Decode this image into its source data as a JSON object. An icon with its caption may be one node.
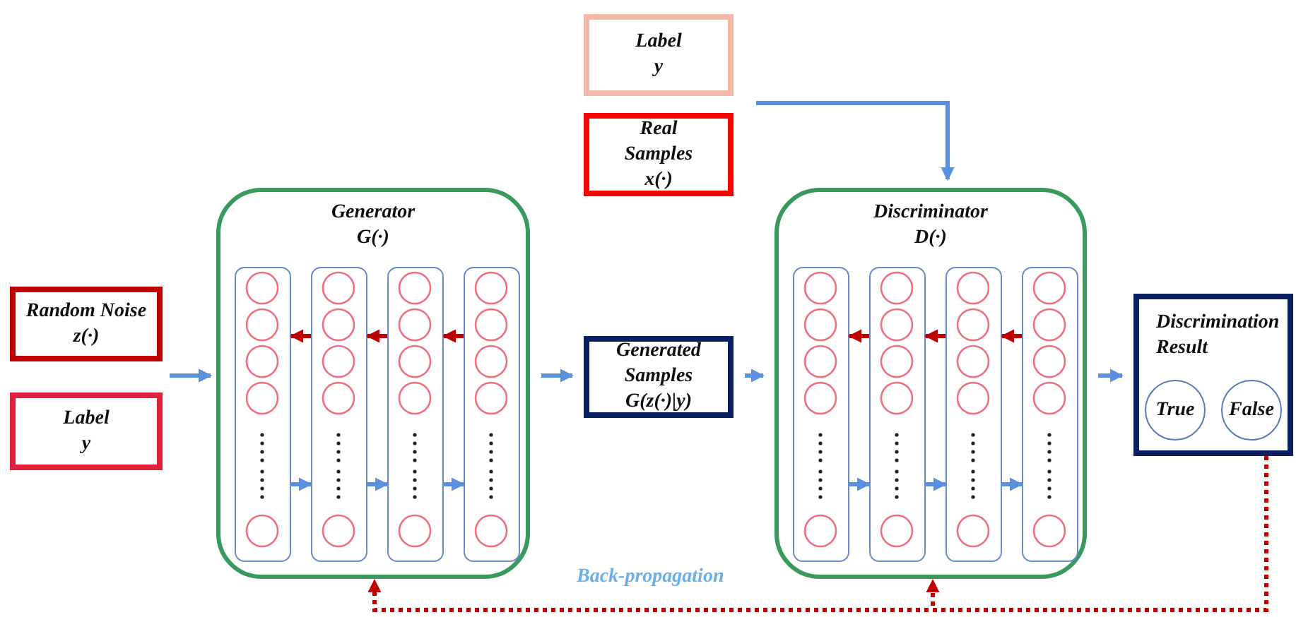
{
  "diagram": {
    "nodes": [
      {
        "text": [
          "Random Noise",
          "z(·)"
        ]
      },
      {
        "text": [
          "Label",
          "y"
        ]
      },
      {
        "text": [
          "Generator",
          "G(·)"
        ]
      },
      {
        "text": [],
        "shape": "box",
        "in": 2
      },
      {
        "text": [],
        "shape": "box",
        "in": 2
      },
      {
        "text": [],
        "shape": "box",
        "in": 2
      },
      {
        "text": [],
        "shape": "box",
        "in": 2
      },
      {
        "text": [
          "Label",
          "y"
        ]
      },
      {
        "text": [
          "Real Samples",
          "x(·)"
        ]
      },
      {
        "text": [
          "Generated Samples",
          "G(z(·)|y)"
        ]
      },
      {
        "text": [
          "Discriminator",
          "D(·)"
        ]
      },
      {
        "text": [],
        "shape": "box",
        "in": 10
      },
      {
        "text": [],
        "shape": "box",
        "in": 10
      },
      {
        "text": [],
        "shape": "box",
        "in": 10
      },
      {
        "text": [],
        "shape": "box",
        "in": 10
      },
      {
        "text": [
          "Discrimination Result"
        ]
      },
      {
        "text": [
          "True"
        ],
        "in": 15
      },
      {
        "text": [
          "False"
        ],
        "in": 15
      }
    ],
    "edges": [
      {
        "from": 0,
        "to": 2,
        "arrow": "to"
      },
      {
        "from": 1,
        "to": 2,
        "arrow": "to"
      },
      {
        "from": 2,
        "to": 9,
        "arrow": "to"
      },
      {
        "from": 9,
        "to": 10,
        "arrow": "to"
      },
      {
        "from": 7,
        "to": 10,
        "arrow": "to"
      },
      {
        "from": 8,
        "to": 10,
        "arrow": "to"
      },
      {
        "from": 10,
        "to": 15,
        "arrow": "to"
      },
      {
        "from": 4,
        "to": 3,
        "arrow": "to",
        "color": "#c00000"
      },
      {
        "from": 5,
        "to": 4,
        "arrow": "to",
        "color": "#c00000"
      },
      {
        "from": 6,
        "to": 5,
        "arrow": "to",
        "color": "#c00000"
      },
      {
        "from": 3,
        "to": 4,
        "arrow": "to"
      },
      {
        "from": 4,
        "to": 5,
        "arrow": "to"
      },
      {
        "from": 5,
        "to": 6,
        "arrow": "to"
      },
      {
        "from": 12,
        "to": 11,
        "arrow": "to",
        "color": "#c00000"
      },
      {
        "from": 13,
        "to": 12,
        "arrow": "to",
        "color": "#c00000"
      },
      {
        "from": 14,
        "to": 13,
        "arrow": "to",
        "color": "#c00000"
      },
      {
        "from": 11,
        "to": 12,
        "arrow": "to"
      },
      {
        "from": 12,
        "to": 13,
        "arrow": "to"
      },
      {
        "from": 13,
        "to": 14,
        "arrow": "to"
      },
      {
        "from": 15,
        "to": 2,
        "arrow": "to",
        "style": "dashed",
        "color": "#c00000"
      },
      {
        "from": 15,
        "to": 10,
        "arrow": "to",
        "style": "dashed",
        "color": "#c00000"
      }
    ],
    "labels": [
      "Back-propagation"
    ]
  }
}
